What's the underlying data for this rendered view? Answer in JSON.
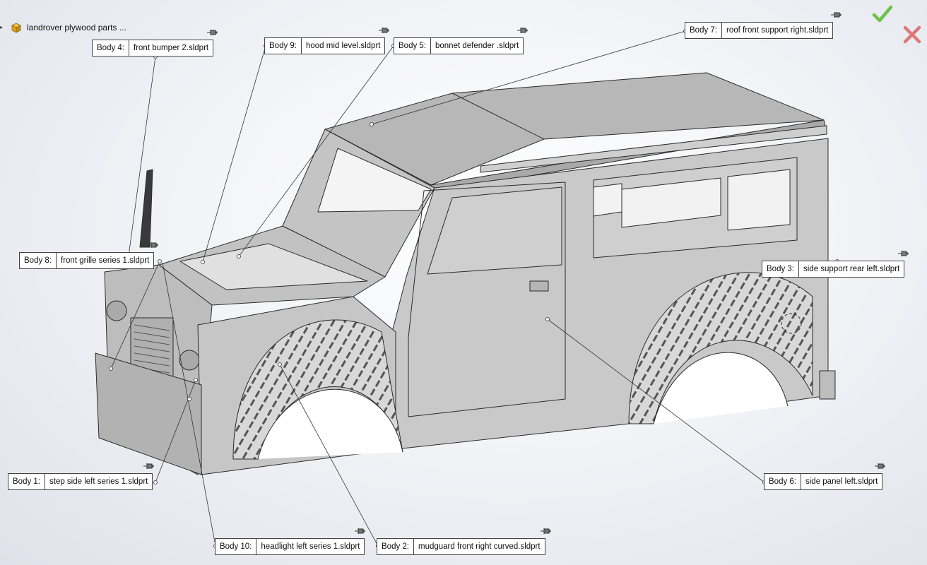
{
  "feature_tree": {
    "root_label": "landrover plywood parts ..."
  },
  "callouts": [
    {
      "id": "body4",
      "label": "Body  4:",
      "name": "front bumper 2.sldprt"
    },
    {
      "id": "body9",
      "label": "Body  9:",
      "name": "hood mid level.sldprt"
    },
    {
      "id": "body5",
      "label": "Body  5:",
      "name": "bonnet defender .sldprt"
    },
    {
      "id": "body7",
      "label": "Body  7:",
      "name": "roof front support right.sldprt"
    },
    {
      "id": "body8",
      "label": "Body  8:",
      "name": "front grille series 1.sldprt"
    },
    {
      "id": "body3",
      "label": "Body  3:",
      "name": "side support rear left.sldprt"
    },
    {
      "id": "body1",
      "label": "Body  1:",
      "name": "step side left series 1.sldprt"
    },
    {
      "id": "body6",
      "label": "Body  6:",
      "name": "side panel left.sldprt"
    },
    {
      "id": "body10",
      "label": "Body 10:",
      "name": "headlight left series 1.sldprt"
    },
    {
      "id": "body2",
      "label": "Body  2:",
      "name": "mudguard front right curved.sldprt"
    }
  ],
  "confirm": {
    "ok_icon": "checkmark-icon",
    "cancel_icon": "close-icon",
    "ok_color": "#6cc24a",
    "cancel_color": "#e06a6a"
  },
  "model": {
    "body_color": "#c9c9c9",
    "edge_color": "#2b2b2b"
  }
}
